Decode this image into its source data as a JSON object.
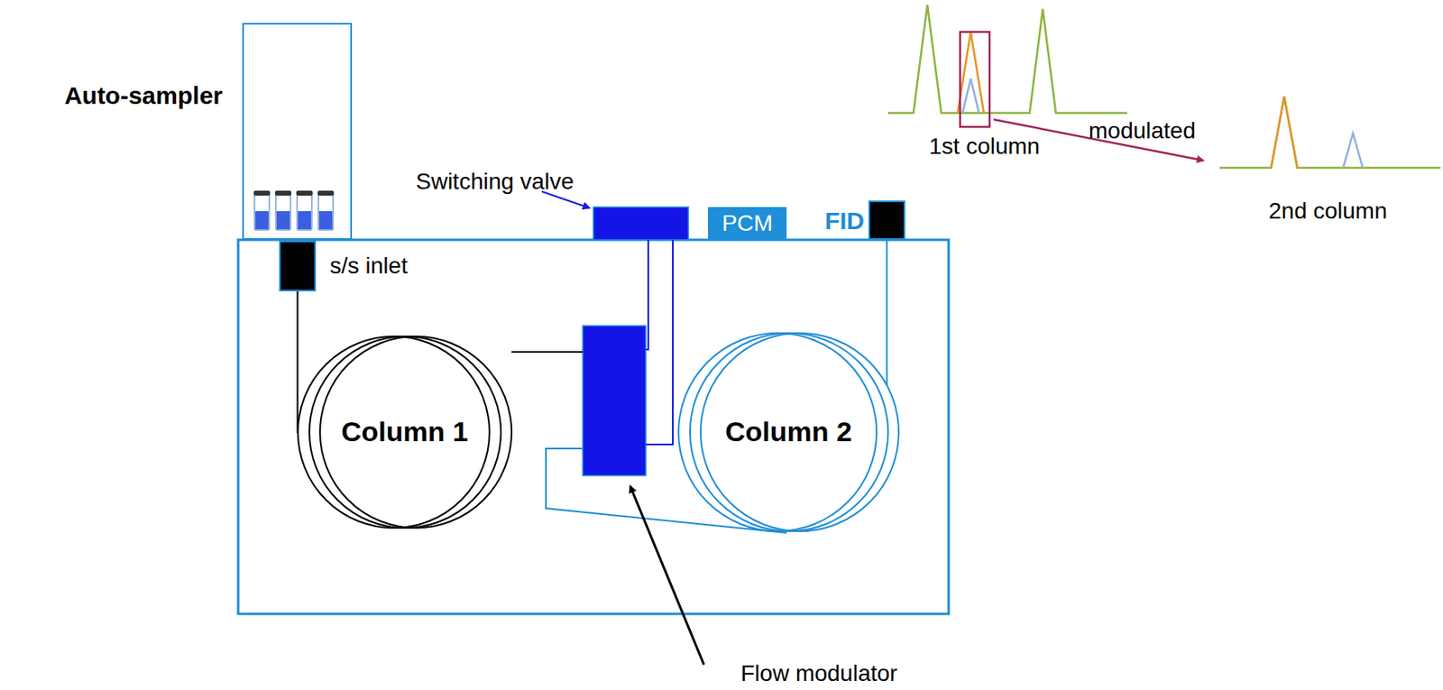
{
  "diagram": {
    "nodes": [
      {
        "text": [
          "Auto-sampler"
        ]
      },
      {
        "text": [
          "s/s inlet"
        ]
      },
      {
        "text": [
          "Column 1"
        ]
      },
      {
        "text": [
          "Column 2"
        ]
      },
      {
        "text": [
          "PCM"
        ]
      },
      {
        "text": [
          "FID"
        ]
      }
    ],
    "edges": [
      {
        "from": 1,
        "to": 2,
        "arrow": "none"
      },
      {
        "from": 3,
        "to": 5,
        "arrow": "none"
      }
    ],
    "labels": [
      "Switching valve",
      "Flow modulator",
      "modulated",
      "1st column",
      "2nd column"
    ]
  }
}
